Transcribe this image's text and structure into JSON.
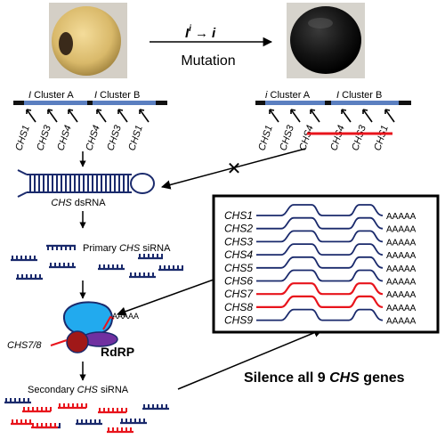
{
  "mutation": {
    "superscript_allele": "I",
    "superscript": "i",
    "arrow": "→",
    "recessive_allele": "i",
    "label": "Mutation"
  },
  "left_locus": {
    "cluster_a_italic": "I",
    "cluster_a_text": " Cluster A",
    "cluster_b_italic": "I",
    "cluster_b_text": " Cluster B",
    "genes": [
      "CHS1",
      "CHS3",
      "CHS4",
      "CHS4",
      "CHS3",
      "CHS1"
    ]
  },
  "right_locus": {
    "cluster_a_italic": "i",
    "cluster_a_text": " Cluster A",
    "cluster_b_italic": "I",
    "cluster_b_text": " Cluster B",
    "genes": [
      "CHS1",
      "CHS3",
      "CHS4",
      "CHS4",
      "CHS3",
      "CHS1"
    ]
  },
  "dsrna": {
    "gene": "CHS",
    "suffix": " dsRNA"
  },
  "primary_sirna": {
    "prefix": "Primary ",
    "gene": "CHS",
    "suffix": " siRNA"
  },
  "risc": {
    "poly_a": "AAAAA",
    "target": "CHS7/8",
    "enzyme": "RdRP"
  },
  "secondary_sirna": {
    "prefix": "Secondary ",
    "gene": "CHS",
    "suffix": " siRNA"
  },
  "box": {
    "genes": [
      "CHS1",
      "CHS2",
      "CHS3",
      "CHS4",
      "CHS5",
      "CHS6",
      "CHS7",
      "CHS8",
      "CHS9"
    ],
    "poly_a": "AAAAA"
  },
  "silence": {
    "prefix": "Silence all 9 ",
    "gene": "CHS",
    "suffix": " genes"
  },
  "colors": {
    "navy": "#1a2a6c",
    "red": "#e8141c",
    "bar": "#5b7fc0",
    "purple": "#7030a0",
    "cyan": "#22aaee",
    "dark_red": "#a01818"
  }
}
